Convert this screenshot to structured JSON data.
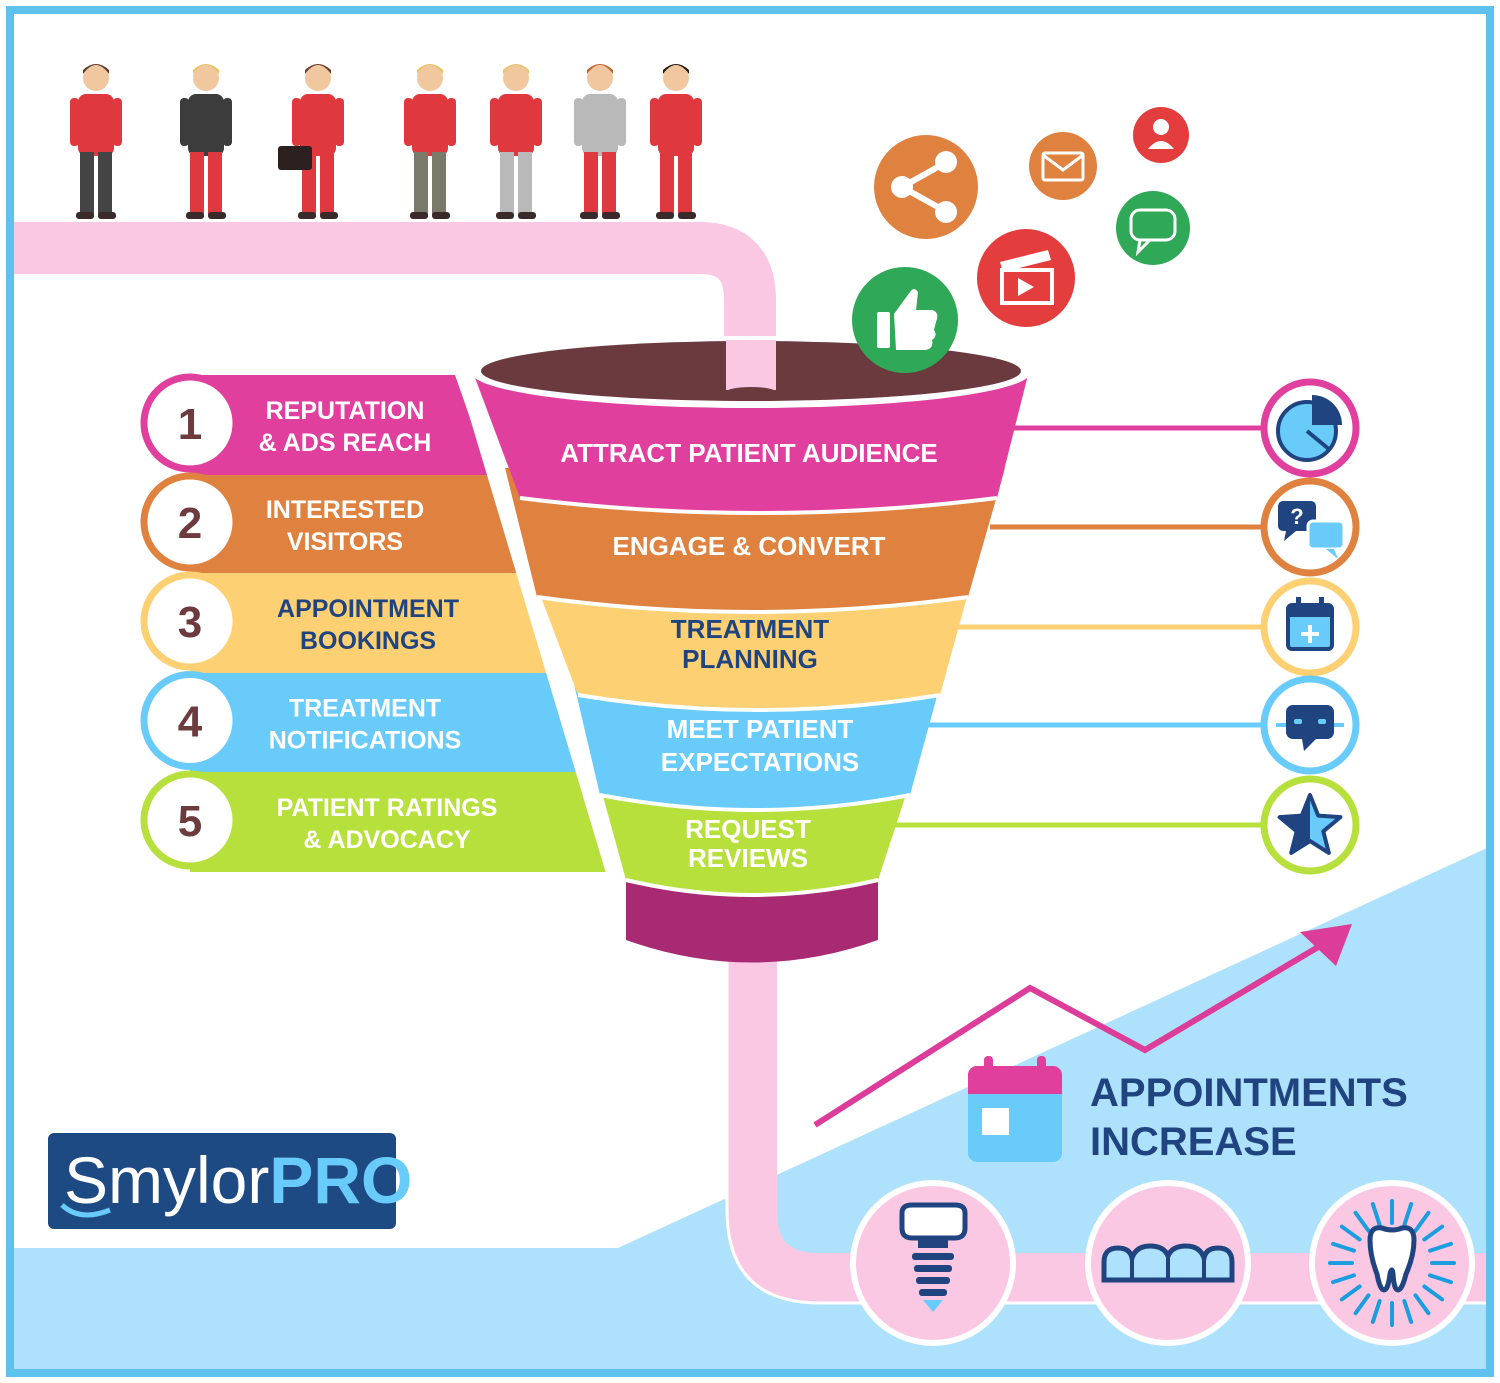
{
  "colors": {
    "frame": "#5fc2ee",
    "pipe": "#fbc8e3",
    "light_blue": "#aee1fb",
    "stage1": "#e03f9e",
    "stage2": "#df8240",
    "stage3": "#fdd173",
    "stage4": "#68cbf9",
    "stage5": "#b7e03d",
    "funnel_top": "#6a3a3e",
    "funnel_neck": "#a82a73",
    "navy": "#1f4480",
    "number_text": "#6d3b3d",
    "trend_arrow": "#dc3d9a",
    "logo_bg": "#1e4a84"
  },
  "steps": [
    {
      "number": "1",
      "line1": "REPUTATION",
      "line2": "& ADS REACH"
    },
    {
      "number": "2",
      "line1": "INTERESTED",
      "line2": "VISITORS"
    },
    {
      "number": "3",
      "line1": "APPOINTMENT",
      "line2": "BOOKINGS"
    },
    {
      "number": "4",
      "line1": "TREATMENT",
      "line2": "NOTIFICATIONS"
    },
    {
      "number": "5",
      "line1": "PATIENT RATINGS",
      "line2": "& ADVOCACY"
    }
  ],
  "funnel": [
    {
      "line1": "ATTRACT PATIENT AUDIENCE",
      "line2": ""
    },
    {
      "line1": "ENGAGE & CONVERT",
      "line2": ""
    },
    {
      "line1": "TREATMENT",
      "line2": "PLANNING"
    },
    {
      "line1": "MEET PATIENT",
      "line2": "EXPECTATIONS"
    },
    {
      "line1": "REQUEST",
      "line2": "REVIEWS"
    }
  ],
  "right_icons": [
    "pie-chart-icon",
    "question-chat-icon",
    "calendar-plus-icon",
    "chatbot-icon",
    "star-icon"
  ],
  "social_icons": [
    "share-icon",
    "email-icon",
    "user-icon",
    "chat-bubble-icon",
    "video-clapper-icon",
    "thumbs-up-icon"
  ],
  "appointments": {
    "line1": "APPOINTMENTS",
    "line2": "INCREASE"
  },
  "logo": {
    "part1": "Smylor",
    "part2": "PRO"
  },
  "bottom_icons": [
    "dental-implant-icon",
    "teeth-aligner-icon",
    "shining-tooth-icon"
  ]
}
